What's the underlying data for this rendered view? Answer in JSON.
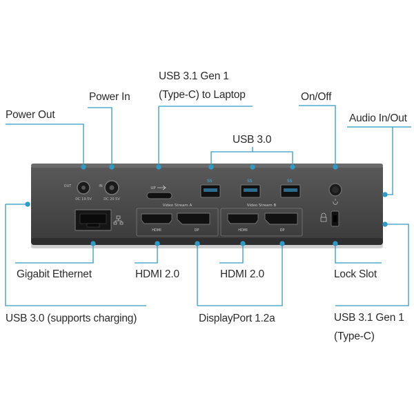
{
  "labels": {
    "power_out": "Power Out",
    "power_in": "Power In",
    "usb31_laptop_line1": "USB 3.1 Gen 1",
    "usb31_laptop_line2": "(Type-C) to Laptop",
    "on_off": "On/Off",
    "audio": "Audio In/Out",
    "usb30": "USB 3.0",
    "gigabit_ethernet": "Gigabit Ethernet",
    "hdmi_a": "HDMI 2.0",
    "hdmi_b": "HDMI 2.0",
    "lock_slot": "Lock Slot",
    "usb30_charging": "USB 3.0 (supports charging)",
    "displayport": "DisplayPort 1.2a",
    "usb31_right_line1": "USB 3.1 Gen 1",
    "usb31_right_line2": "(Type-C)"
  },
  "device_text": {
    "out": "OUT",
    "in": "IN",
    "dc_out": "DC 19.5V",
    "dc_in": "DC 20.5V",
    "up": "UP",
    "video_stream_a": "Video Stream A",
    "video_stream_b": "Video Stream B",
    "hdmi": "HDMI",
    "usb_logo": "SS",
    "dp": "DP"
  },
  "colors": {
    "callout": "#2f9bc4",
    "device": "#4a4a4a",
    "device_dark": "#2a2a2a",
    "port": "#111111",
    "text": "#2b2b2b"
  }
}
